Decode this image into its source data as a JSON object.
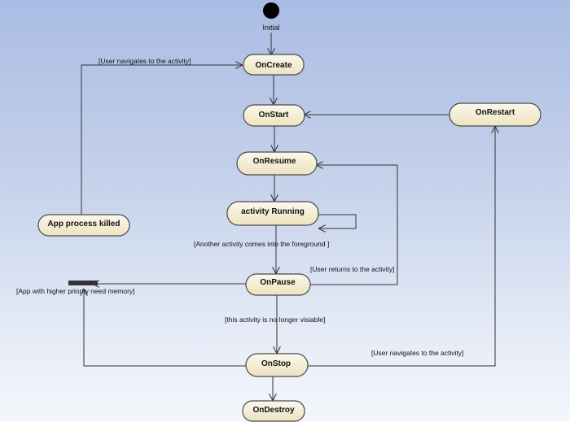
{
  "title": "",
  "initial": {
    "label": "Initial"
  },
  "nodes": {
    "oncreate": "OnCreate",
    "onstart": "OnStart",
    "onrestart": "OnRestart",
    "onresume": "OnResume",
    "running": "activity Running",
    "killed": "App process killed",
    "onpause": "OnPause",
    "onstop": "OnStop",
    "ondestroy": "OnDestroy"
  },
  "guards": {
    "navigate_top": "[User navigates to the activity]",
    "another_activity": "[Another activity comes into the foreground ]",
    "user_returns": "[User returns to the activity]",
    "higher_priority": "[App with higher priority need memory]",
    "no_longer_visible": "[this activity is no longer visiable]",
    "navigate_bottom": "[User navigates to the activity]"
  },
  "colors": {
    "node_fill_top": "#fbf8ec",
    "node_fill_bottom": "#ece3bf",
    "node_stroke": "#4a4a4a",
    "edge": "#333333",
    "fork_bar": "#333333"
  }
}
